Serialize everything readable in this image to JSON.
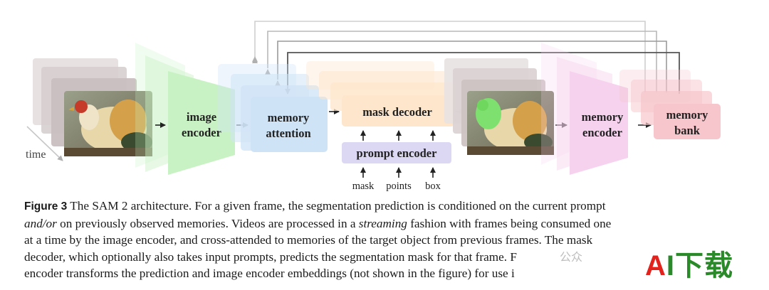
{
  "diagram": {
    "time_label": "time",
    "image_encoder_lines": [
      "image",
      "encoder"
    ],
    "memory_attention_lines": [
      "memory",
      "attention"
    ],
    "mask_decoder_label": "mask decoder",
    "prompt_encoder_label": "prompt encoder",
    "prompt_inputs": [
      "mask",
      "points",
      "box"
    ],
    "memory_encoder_lines": [
      "memory",
      "encoder"
    ],
    "memory_bank_lines": [
      "memory",
      "bank"
    ]
  },
  "caption": {
    "figure_label": "Figure 3",
    "line1": "The SAM 2 architecture. For a given frame, the segmentation prediction is conditioned on the current prompt",
    "line2_italic": "and/or",
    "line2_rest": " on previously observed memories. Videos are processed in a ",
    "line2_italic2": "streaming",
    "line2_end": " fashion with frames being consumed one",
    "line3": "at a time by the image encoder, and cross-attended to memories of the target object from previous frames. The mask",
    "line4": "decoder, which optionally also takes input prompts, predicts the segmentation mask for that frame. F",
    "line5": "encoder transforms the prediction and image encoder embeddings (not shown in the figure) for use i"
  },
  "watermark": {
    "small_text": "公众",
    "logo_a": "A",
    "logo_rest": "I下载"
  },
  "colors": {
    "image_encoder": "#c9f2c4",
    "memory_attention": "#cfe3f6",
    "mask_decoder": "#fde6cc",
    "prompt_encoder": "#dcd8f4",
    "memory_encoder": "#f6d2ee",
    "memory_bank": "#f6c6cc"
  }
}
